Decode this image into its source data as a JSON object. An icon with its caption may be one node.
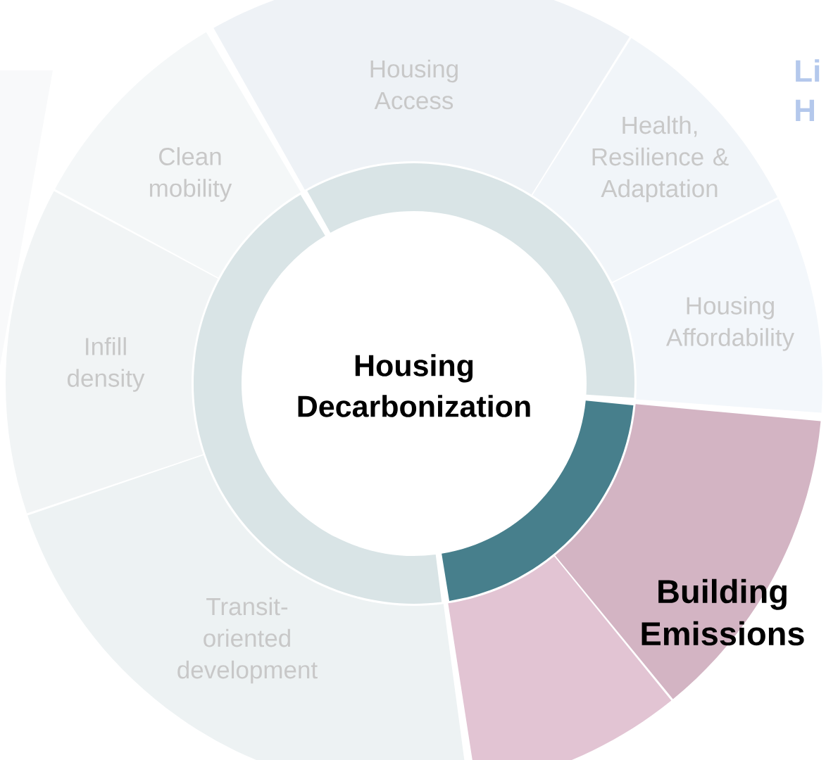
{
  "diagram": {
    "nodes": [
      {
        "text": [
          "Housing Decarbonization"
        ]
      },
      {
        "text": [
          "Housing Access"
        ]
      },
      {
        "text": [
          "Health, Resilience & Adaptation"
        ]
      },
      {
        "text": [
          "Clean mobility"
        ]
      },
      {
        "text": [
          "Housing Affordability"
        ]
      },
      {
        "text": [
          "Infill density"
        ]
      },
      {
        "text": [
          "Building Emissions"
        ]
      },
      {
        "text": [],
        "shape": "segment"
      },
      {
        "text": [
          "Transit-oriented development"
        ]
      },
      {
        "text": [],
        "shape": "segment"
      },
      {
        "text": [],
        "shape": "segment"
      },
      {
        "text": [],
        "shape": "segment"
      }
    ],
    "labels": [
      "Li H"
    ]
  }
}
